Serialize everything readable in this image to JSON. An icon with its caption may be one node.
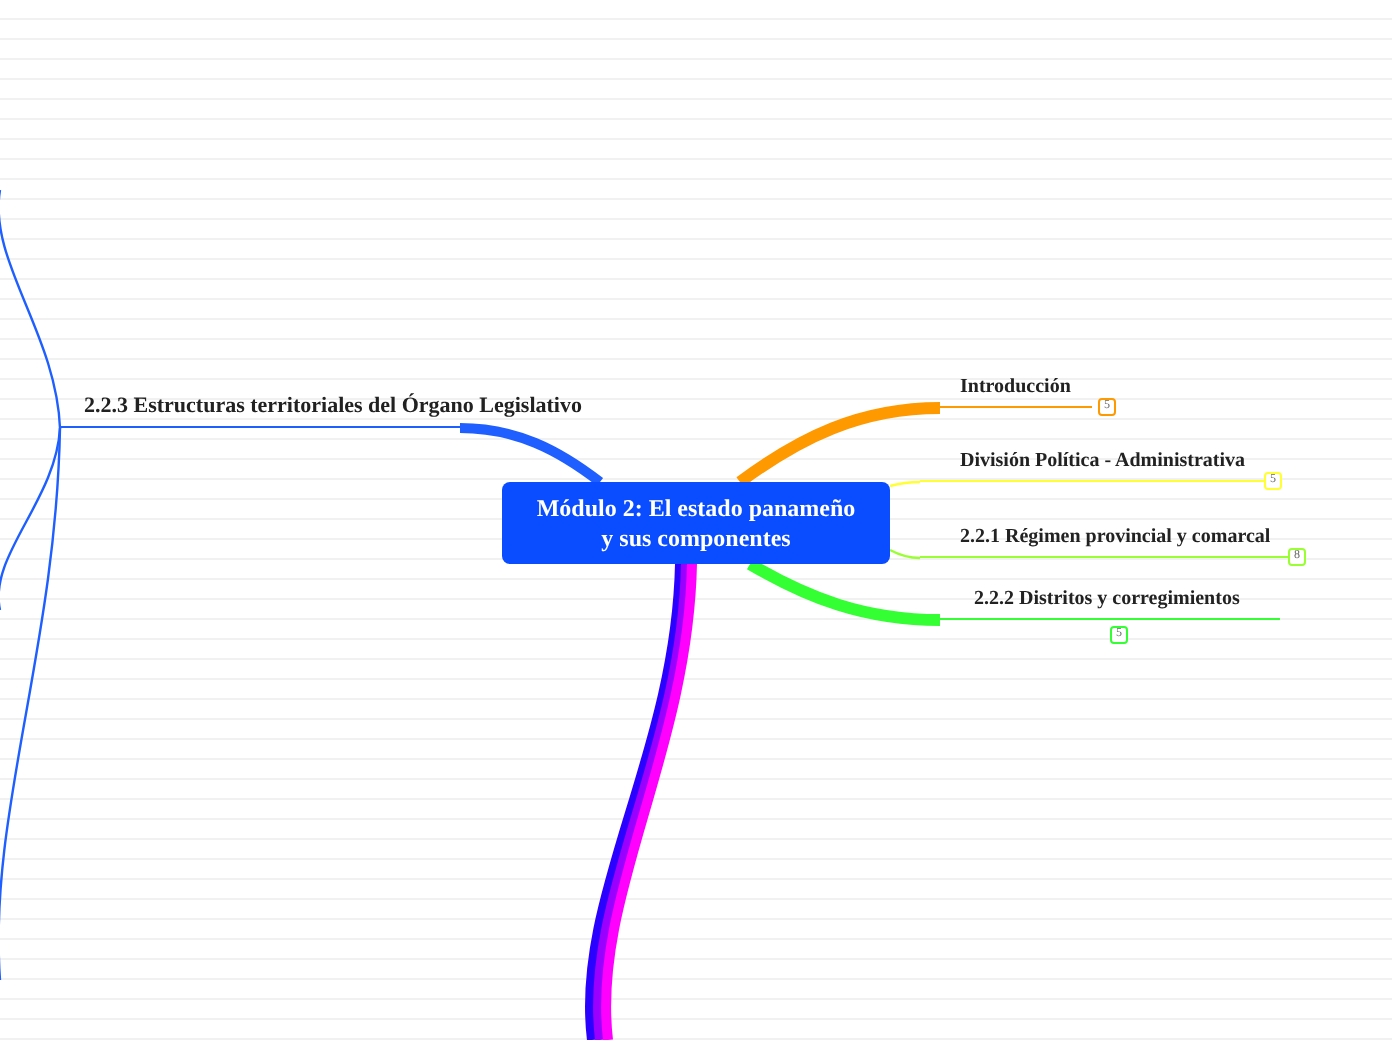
{
  "diagram": {
    "nodes": [
      {
        "text": [
          "Módulo 2: El estado panameño y sus componentes"
        ]
      },
      {
        "text": [
          "Introducción"
        ],
        "beside": [
          "5"
        ]
      },
      {
        "text": [
          "División Política - Administrativa"
        ],
        "beside": [
          "5"
        ]
      },
      {
        "text": [
          "2.2.1 Régimen provincial y comarcal"
        ],
        "beside": [
          "8"
        ]
      },
      {
        "text": [
          "2.2.2 Distritos y corregimientos"
        ],
        "beside": [
          "5"
        ]
      },
      {
        "text": [
          "2.2.3 Estructuras territoriales del Órgano Legislativo"
        ]
      }
    ],
    "edges": [
      {
        "from": 0,
        "to": 1,
        "arrow": "none",
        "color": "#ff9900"
      },
      {
        "from": 0,
        "to": 2,
        "arrow": "none",
        "color": "#ffff33"
      },
      {
        "from": 0,
        "to": 3,
        "arrow": "none",
        "color": "#99ff33"
      },
      {
        "from": 0,
        "to": 4,
        "arrow": "none",
        "color": "#33ff33"
      },
      {
        "from": 0,
        "to": 5,
        "arrow": "none",
        "color": "#1f5fff"
      },
      {
        "from": 0,
        "to": null,
        "arrow": "none",
        "color": "#2a00ff"
      },
      {
        "from": 0,
        "to": null,
        "arrow": "none",
        "color": "#9900ff"
      },
      {
        "from": 0,
        "to": null,
        "arrow": "none",
        "color": "#ff00ff"
      },
      {
        "from": 5,
        "to": null,
        "arrow": "none",
        "color": "#1f5fff"
      },
      {
        "from": 5,
        "to": null,
        "arrow": "none",
        "color": "#1f5fff"
      },
      {
        "from": 5,
        "to": null,
        "arrow": "none",
        "color": "#1f5fff"
      }
    ]
  }
}
